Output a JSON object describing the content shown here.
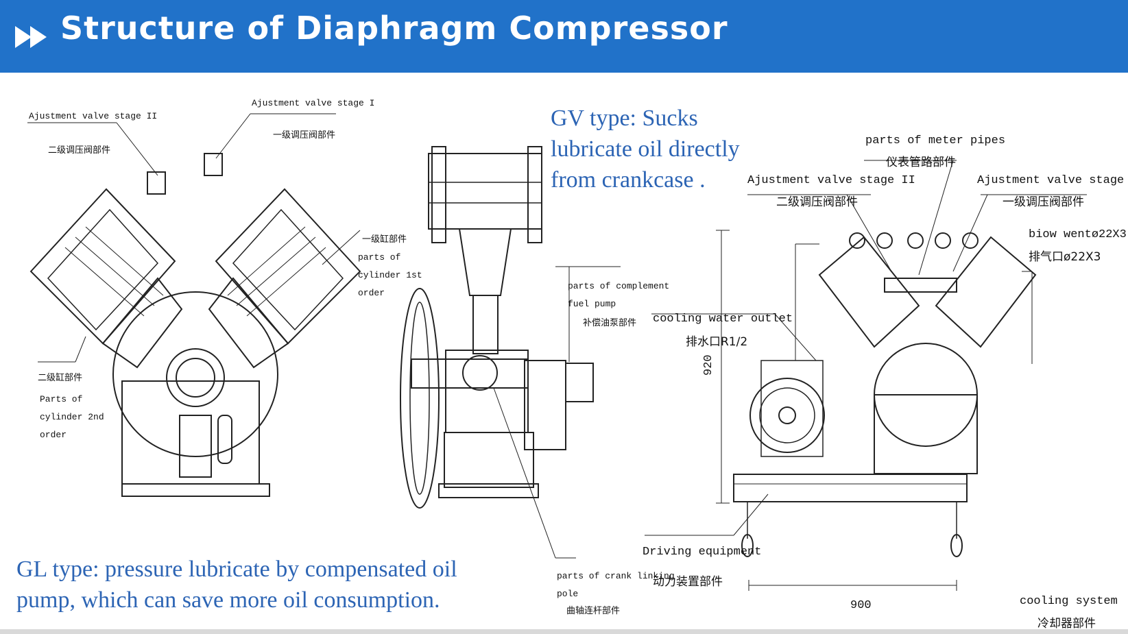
{
  "header": {
    "title": "Structure of Diaphragm Compressor",
    "icon": "double-play-arrow-icon",
    "bg_color": "#2172c9",
    "text_color": "#ffffff"
  },
  "notes": {
    "gv_type": [
      "GV type: Sucks",
      "lubricate oil directly",
      "from crankcase ."
    ],
    "gl_type": [
      "GL type: pressure lubricate by compensated oil",
      "pump, which can save more oil consumption."
    ],
    "color": "#2c64b4"
  },
  "left_diagram": {
    "valve_stage_2": "Ajustment valve stage II",
    "valve_stage_2_cn": "二级调压阀部件",
    "valve_stage_1": "Ajustment valve stage I",
    "valve_stage_1_cn": "一级调压阀部件",
    "cyl1_cn": "一级缸部件",
    "cyl1": [
      "parts of",
      "cylinder 1st",
      "order"
    ],
    "cyl2_cn": "二级缸部件",
    "cyl2": [
      "Parts of",
      "cylinder 2nd",
      "order"
    ]
  },
  "middle_diagram": {
    "fuel_pump": [
      "parts of complement",
      "fuel pump"
    ],
    "fuel_pump_cn": "补偿油泵部件",
    "crank": [
      "parts of crank linking",
      "pole"
    ],
    "crank_cn": "曲轴连杆部件"
  },
  "right_diagram": {
    "meter_pipes": "parts of meter pipes",
    "meter_pipes_cn": "仪表管路部件",
    "valve_stage_2": "Ajustment valve stage II",
    "valve_stage_2_cn": "二级调压阀部件",
    "valve_stage": "Ajustment valve stage",
    "valve_stage_cn": "一级调压阀部件",
    "blow_vent": "biow wentø22X3",
    "blow_vent_cn": "排气口ø22X3",
    "cooling_outlet": "cooling water outlet",
    "cooling_outlet_cn": "排水口R1/2",
    "height_dim": "920",
    "width_dim": "900",
    "driving": "Driving equipment",
    "driving_cn": "动力装置部件",
    "cooling_system": "cooling system",
    "cooling_system_cn": "冷却器部件"
  }
}
